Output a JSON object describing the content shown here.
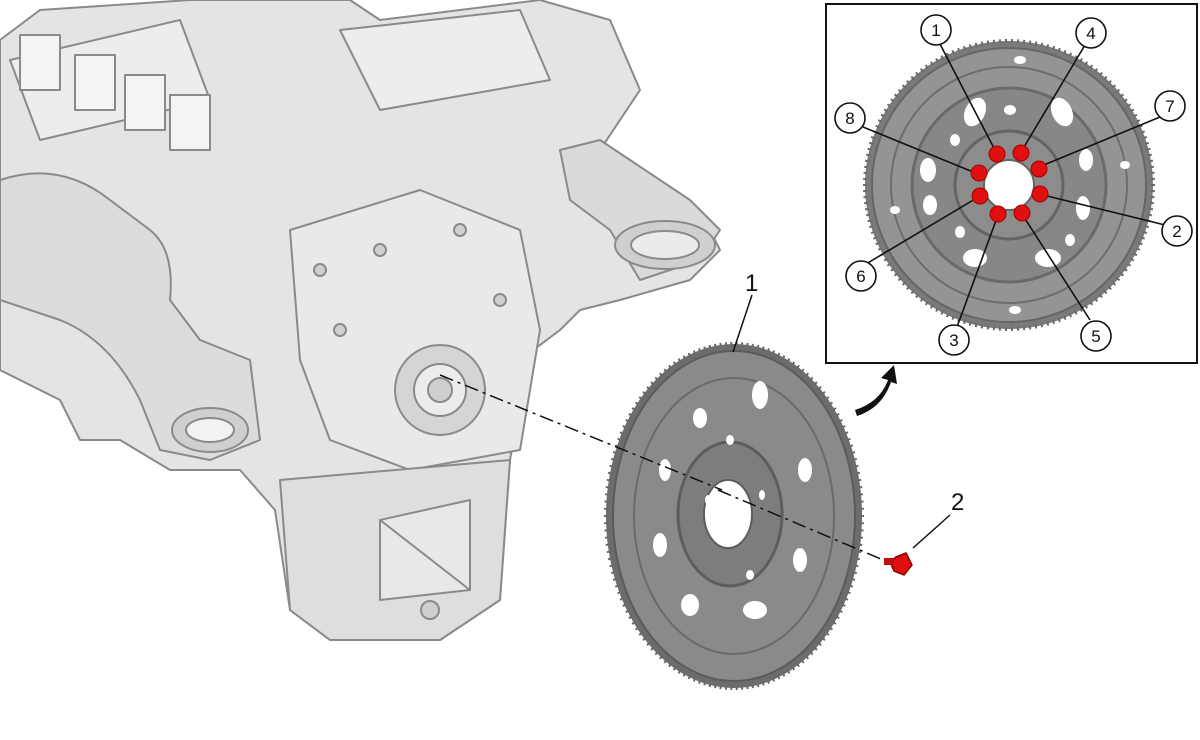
{
  "callouts": [
    {
      "id": "1",
      "label": "1"
    },
    {
      "id": "2",
      "label": "2"
    }
  ],
  "sequence": [
    "1",
    "2",
    "3",
    "4",
    "5",
    "6",
    "7",
    "8"
  ],
  "colors": {
    "engine_fill": "#e4e4e4",
    "engine_stroke": "#8a8a8a",
    "flexplate_fill": "#858585",
    "flexplate_dark": "#5d5d5d",
    "bolt_red": "#e01010",
    "line": "#111111"
  },
  "icons": [
    "engine-block-illustration",
    "flexplate-illustration",
    "bolt-icon",
    "curved-arrow-icon"
  ]
}
